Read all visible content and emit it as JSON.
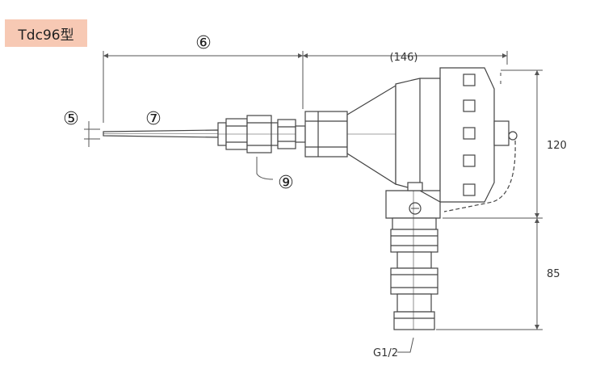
{
  "title": "Tdc96型",
  "callouts": {
    "c5": "⑤",
    "c6": "⑥",
    "c7": "⑦",
    "c9": "⑨"
  },
  "dimensions": {
    "width_146": "(146)",
    "height_120": "120",
    "height_85": "85",
    "thread": "G1/2"
  },
  "colors": {
    "line": "#444444",
    "dim": "#555555",
    "title_bg": "#f7c9b4"
  }
}
